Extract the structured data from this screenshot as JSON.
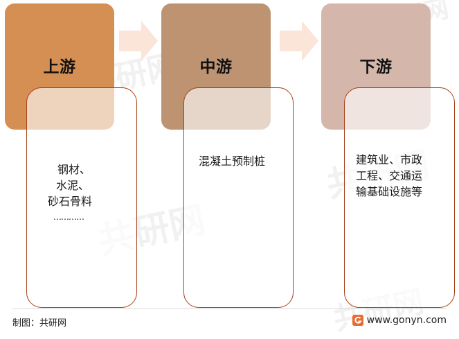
{
  "stages": [
    {
      "label": "上游",
      "color": "#d68f52",
      "items": [
        "钢材、",
        "水泥、",
        "砂石骨料",
        "…………"
      ]
    },
    {
      "label": "中游",
      "color": "#bd9372",
      "items": [
        "混凝土预制桩"
      ]
    },
    {
      "label": "下游",
      "color": "#d4b7aa",
      "items": [
        "建筑业、市政",
        "工程、交通运",
        "输基础设施等"
      ]
    }
  ],
  "colors": {
    "card_border": "#a8401a",
    "arrow": "#fbe5d8"
  },
  "footer": {
    "source": "制图：共研网",
    "website": "www.gonyn.com"
  },
  "watermark": {
    "text": "共研网",
    "url": "www.gonyn.com"
  }
}
